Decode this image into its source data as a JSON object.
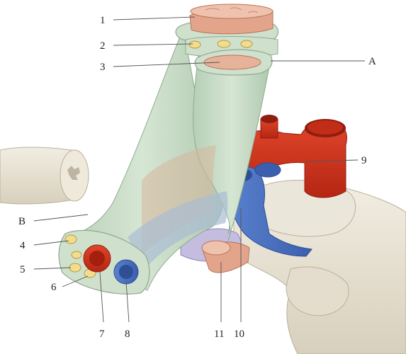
{
  "labels": {
    "n1": "1",
    "n2": "2",
    "n3": "3",
    "n4": "4",
    "n5": "5",
    "n6": "6",
    "n7": "7",
    "n8": "8",
    "n9": "9",
    "n10": "10",
    "n11": "11",
    "A": "A",
    "B": "B"
  },
  "colors": {
    "sheath": "#c9dcc8",
    "sheath_edge": "#9fbba0",
    "muscle": "#e9b9a0",
    "nerve": "#f2dc8e",
    "artery": "#d63a22",
    "vein": "#4b74c4",
    "bone": "#eae4d5",
    "lymph": "#b9b1d8"
  }
}
